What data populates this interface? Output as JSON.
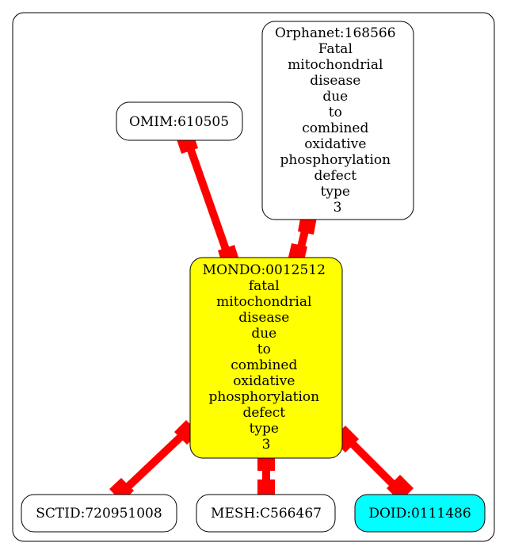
{
  "colors": {
    "edge": "#ff0000",
    "center_fill": "#ffff00",
    "doid_fill": "#00ffff",
    "default_fill": "#ffffff",
    "stroke": "#000000"
  },
  "nodes": {
    "center": {
      "lines": [
        "MONDO:0012512",
        "fatal",
        "mitochondrial",
        "disease",
        "due",
        "to",
        "combined",
        "oxidative",
        "phosphorylation",
        "defect",
        "type",
        "3"
      ]
    },
    "omim": {
      "lines": [
        "OMIM:610505"
      ]
    },
    "orphanet": {
      "lines": [
        "Orphanet:168566",
        "Fatal",
        "mitochondrial",
        "disease",
        "due",
        "to",
        "combined",
        "oxidative",
        "phosphorylation",
        "defect",
        "type",
        "3"
      ]
    },
    "sctid": {
      "lines": [
        "SCTID:720951008"
      ]
    },
    "mesh": {
      "lines": [
        "MESH:C566467"
      ]
    },
    "doid": {
      "lines": [
        "DOID:0111486"
      ]
    }
  },
  "edges": [
    {
      "from": "omim",
      "to": "center"
    },
    {
      "from": "orphanet",
      "to": "center"
    },
    {
      "from": "center",
      "to": "sctid"
    },
    {
      "from": "center",
      "to": "mesh"
    },
    {
      "from": "center",
      "to": "doid"
    }
  ]
}
